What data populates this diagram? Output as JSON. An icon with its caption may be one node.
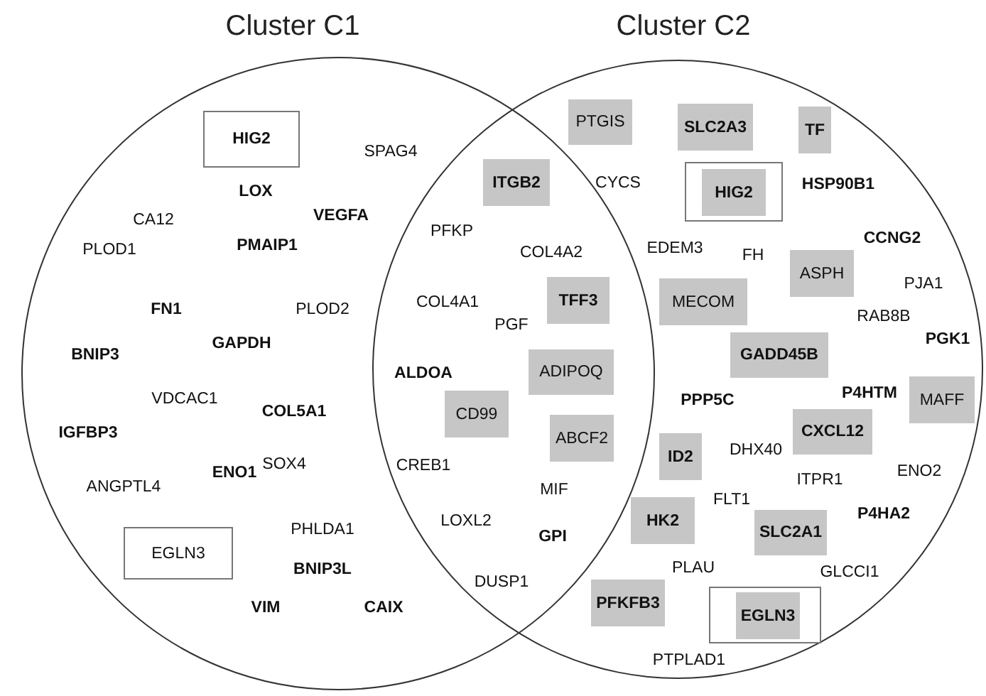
{
  "diagram": {
    "nodes": [
      {
        "text": [
          "Cluster C1"
        ]
      },
      {
        "text": [
          "Cluster C2"
        ]
      },
      {
        "text": [
          "HIG2"
        ],
        "in": 0
      },
      {
        "text": [
          "EGLN3"
        ],
        "in": 0
      },
      {
        "text": [
          "PTGIS"
        ]
      },
      {
        "text": [
          "SLC2A3"
        ],
        "in": 1
      },
      {
        "text": [
          "TF"
        ],
        "in": 1
      },
      {
        "text": [],
        "shape": "box",
        "in": 1
      },
      {
        "text": [
          "HIG2"
        ],
        "in": 7
      },
      {
        "text": [
          "ITGB2"
        ]
      },
      {
        "text": [
          "TFF3"
        ]
      },
      {
        "text": [
          "ADIPOQ"
        ]
      },
      {
        "text": [
          "CD99"
        ]
      },
      {
        "text": [
          "ABCF2"
        ]
      },
      {
        "text": [
          "ASPH"
        ],
        "in": 1
      },
      {
        "text": [
          "MECOM"
        ],
        "in": 1
      },
      {
        "text": [
          "GADD45B"
        ],
        "in": 1
      },
      {
        "text": [
          "MAFF"
        ],
        "in": 1
      },
      {
        "text": [
          "CXCL12"
        ],
        "in": 1
      },
      {
        "text": [
          "ID2"
        ],
        "in": 1
      },
      {
        "text": [
          "HK2"
        ],
        "in": 1
      },
      {
        "text": [
          "SLC2A1"
        ],
        "in": 1
      },
      {
        "text": [
          "PFKFB3"
        ],
        "in": 1
      },
      {
        "text": [],
        "shape": "box",
        "in": 1
      },
      {
        "text": [
          "EGLN3"
        ],
        "in": 23
      }
    ],
    "edges": [],
    "labels": [
      "SPAG4",
      "LOX",
      "CA12",
      "VEGFA",
      "PLOD1",
      "PMAIP1",
      "FN1",
      "PLOD2",
      "BNIP3",
      "GAPDH",
      "VDCAC1",
      "COL5A1",
      "IGFBP3",
      "ENO1",
      "SOX4",
      "ANGPTL4",
      "PHLDA1",
      "BNIP3L",
      "VIM",
      "CAIX",
      "CYCS",
      "PFKP",
      "COL4A2",
      "COL4A1",
      "PGF",
      "ALDOA",
      "CREB1",
      "MIF",
      "LOXL2",
      "GPI",
      "DUSP1",
      "HSP90B1",
      "EDEM3",
      "FH",
      "CCNG2",
      "PJA1",
      "RAB8B",
      "PGK1",
      "P4HTM",
      "PPP5C",
      "DHX40",
      "ENO2",
      "ITPR1",
      "FLT1",
      "P4HA2",
      "PLAU",
      "GLCCI1",
      "PTPLAD1"
    ]
  }
}
